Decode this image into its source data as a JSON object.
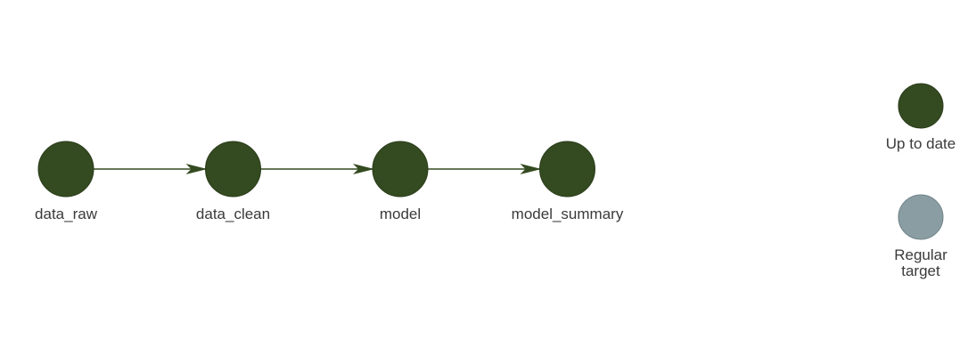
{
  "graph": {
    "nodes": [
      {
        "id": "data_raw",
        "label": "data_raw",
        "status": "up_to_date"
      },
      {
        "id": "data_clean",
        "label": "data_clean",
        "status": "up_to_date"
      },
      {
        "id": "model",
        "label": "model",
        "status": "up_to_date"
      },
      {
        "id": "model_summary",
        "label": "model_summary",
        "status": "up_to_date"
      }
    ],
    "edges": [
      {
        "from": "data_raw",
        "to": "data_clean"
      },
      {
        "from": "data_clean",
        "to": "model"
      },
      {
        "from": "model",
        "to": "model_summary"
      }
    ]
  },
  "legend": {
    "items": [
      {
        "key": "up_to_date",
        "label_lines": [
          "Up to date"
        ],
        "color": "#344a20"
      },
      {
        "key": "regular_target",
        "label_lines": [
          "Regular",
          "target"
        ],
        "color": "#899da2"
      }
    ]
  },
  "colors": {
    "node_fill": "#344a20",
    "node_stroke": "#2a3c1a",
    "edge": "#344a20",
    "regular_fill": "#899da2",
    "regular_stroke": "#6f8288",
    "text": "#3a3a3a"
  }
}
